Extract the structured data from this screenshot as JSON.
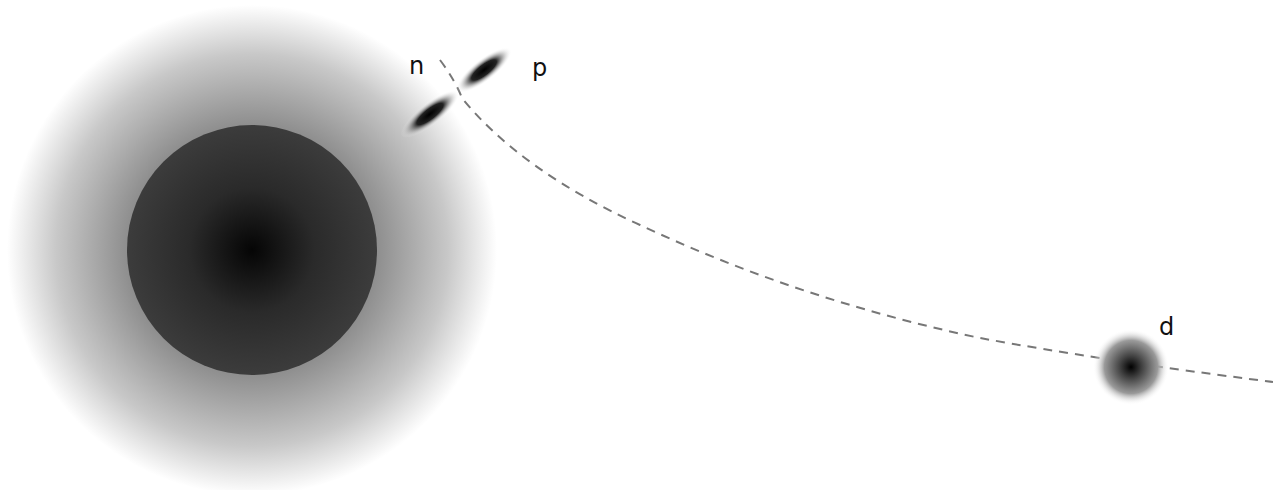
{
  "diagram": {
    "labels": [
      "n",
      "p",
      "d"
    ]
  }
}
